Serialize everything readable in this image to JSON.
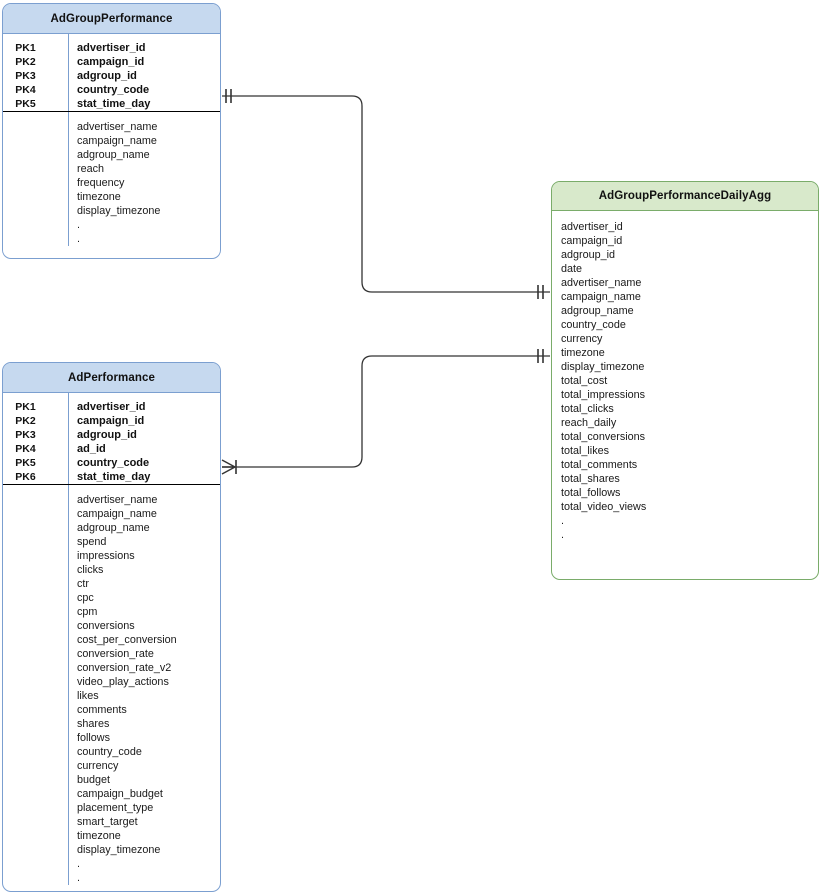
{
  "diagram": {
    "type": "entity-relationship-diagram",
    "background": "#ffffff",
    "colors": {
      "blue_header": "#c6d9ef",
      "blue_border": "#7b9fd0",
      "green_header": "#d8e9cb",
      "green_border": "#7aac6a",
      "connector": "#333333"
    }
  },
  "entities": [
    {
      "id": "adgroup_performance",
      "title": "AdGroupPerformance",
      "theme": "blue",
      "primary_keys": [
        {
          "key": "PK1",
          "field": "advertiser_id"
        },
        {
          "key": "PK2",
          "field": "campaign_id"
        },
        {
          "key": "PK3",
          "field": "adgroup_id"
        },
        {
          "key": "PK4",
          "field": "country_code"
        },
        {
          "key": "PK5",
          "field": "stat_time_day"
        }
      ],
      "attributes": [
        "advertiser_name",
        "campaign_name",
        "adgroup_name",
        "reach",
        "frequency",
        "timezone",
        "display_timezone",
        ".",
        "."
      ]
    },
    {
      "id": "ad_performance",
      "title": "AdPerformance",
      "theme": "blue",
      "primary_keys": [
        {
          "key": "PK1",
          "field": "advertiser_id"
        },
        {
          "key": "PK2",
          "field": "campaign_id"
        },
        {
          "key": "PK3",
          "field": "adgroup_id"
        },
        {
          "key": "PK4",
          "field": "ad_id"
        },
        {
          "key": "PK5",
          "field": "country_code"
        },
        {
          "key": "PK6",
          "field": "stat_time_day"
        }
      ],
      "attributes": [
        "advertiser_name",
        "campaign_name",
        "adgroup_name",
        "spend",
        "impressions",
        "clicks",
        "ctr",
        "cpc",
        "cpm",
        "conversions",
        "cost_per_conversion",
        "conversion_rate",
        "conversion_rate_v2",
        "video_play_actions",
        "likes",
        "comments",
        "shares",
        "follows",
        "country_code",
        "currency",
        "budget",
        "campaign_budget",
        "placement_type",
        "smart_target",
        "timezone",
        "display_timezone",
        ".",
        "."
      ]
    },
    {
      "id": "adgroup_performance_daily_agg",
      "title": "AdGroupPerformanceDailyAgg",
      "theme": "green",
      "primary_keys": [],
      "attributes": [
        "advertiser_id",
        "campaign_id",
        "adgroup_id",
        "date",
        "advertiser_name",
        "campaign_name",
        "adgroup_name",
        "country_code",
        "currency",
        "timezone",
        "display_timezone",
        "total_cost",
        "total_impressions",
        "total_clicks",
        "reach_daily",
        "total_conversions",
        "total_likes",
        "total_comments",
        "total_shares",
        "total_follows",
        "total_video_views",
        ".",
        "."
      ]
    }
  ],
  "relationships": [
    {
      "id": "rel-adgroupperf-to-agg",
      "from_entity": "AdGroupPerformance",
      "to_entity": "AdGroupPerformanceDailyAgg",
      "from_cardinality": "one-and-only-one",
      "to_cardinality": "one-and-only-one",
      "label": ""
    },
    {
      "id": "rel-adperf-to-agg",
      "from_entity": "AdPerformance",
      "to_entity": "AdGroupPerformanceDailyAgg",
      "from_cardinality": "many-one",
      "to_cardinality": "one-and-only-one",
      "label": ""
    }
  ]
}
